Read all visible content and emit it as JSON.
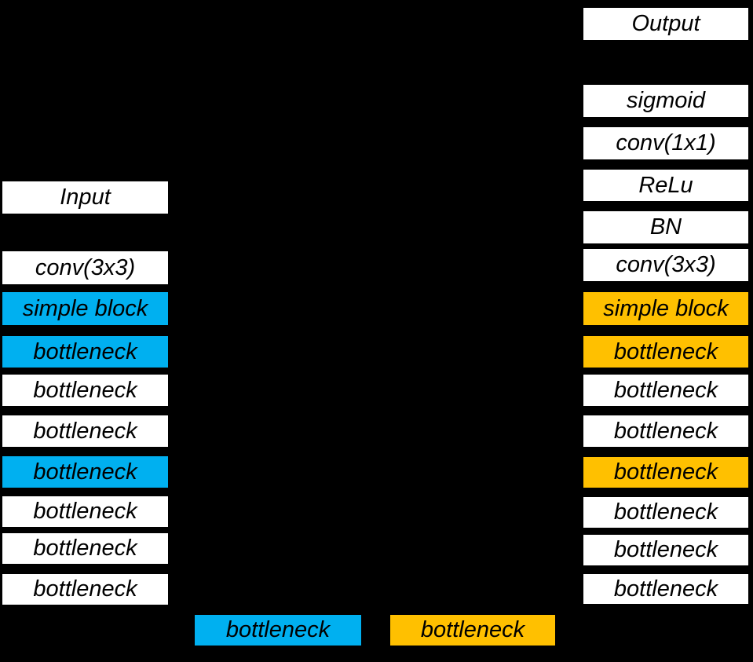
{
  "diagram": {
    "description": "Encoder-decoder convolutional network architecture diagram",
    "colors": {
      "background": "#000000",
      "encoder_highlight": "#00B0F0",
      "decoder_highlight": "#FFC000",
      "block_default": "#FFFFFF",
      "text": "#000000"
    },
    "left_column": {
      "items": [
        {
          "label": "Input",
          "color": "#FFFFFF"
        },
        {
          "label": "conv(3x3)",
          "color": "#FFFFFF"
        },
        {
          "label": "simple block",
          "color": "#00B0F0"
        },
        {
          "label": "bottleneck",
          "color": "#00B0F0"
        },
        {
          "label": "bottleneck",
          "color": "#FFFFFF"
        },
        {
          "label": "bottleneck",
          "color": "#FFFFFF"
        },
        {
          "label": "bottleneck",
          "color": "#00B0F0"
        },
        {
          "label": "bottleneck",
          "color": "#FFFFFF"
        },
        {
          "label": "bottleneck",
          "color": "#FFFFFF"
        },
        {
          "label": "bottleneck",
          "color": "#FFFFFF"
        }
      ]
    },
    "right_column": {
      "items": [
        {
          "label": "Output",
          "color": "#FFFFFF"
        },
        {
          "label": "sigmoid",
          "color": "#FFFFFF"
        },
        {
          "label": "conv(1x1)",
          "color": "#FFFFFF"
        },
        {
          "label": "ReLu",
          "color": "#FFFFFF"
        },
        {
          "label": "BN",
          "color": "#FFFFFF"
        },
        {
          "label": "conv(3x3)",
          "color": "#FFFFFF"
        },
        {
          "label": "simple block",
          "color": "#FFC000"
        },
        {
          "label": "bottleneck",
          "color": "#FFC000"
        },
        {
          "label": "bottleneck",
          "color": "#FFFFFF"
        },
        {
          "label": "bottleneck",
          "color": "#FFFFFF"
        },
        {
          "label": "bottleneck",
          "color": "#FFC000"
        },
        {
          "label": "bottleneck",
          "color": "#FFFFFF"
        },
        {
          "label": "bottleneck",
          "color": "#FFFFFF"
        },
        {
          "label": "bottleneck",
          "color": "#FFFFFF"
        }
      ]
    },
    "legend": {
      "items": [
        {
          "label": "bottleneck",
          "color": "#00B0F0"
        },
        {
          "label": "bottleneck",
          "color": "#FFC000"
        }
      ]
    }
  }
}
